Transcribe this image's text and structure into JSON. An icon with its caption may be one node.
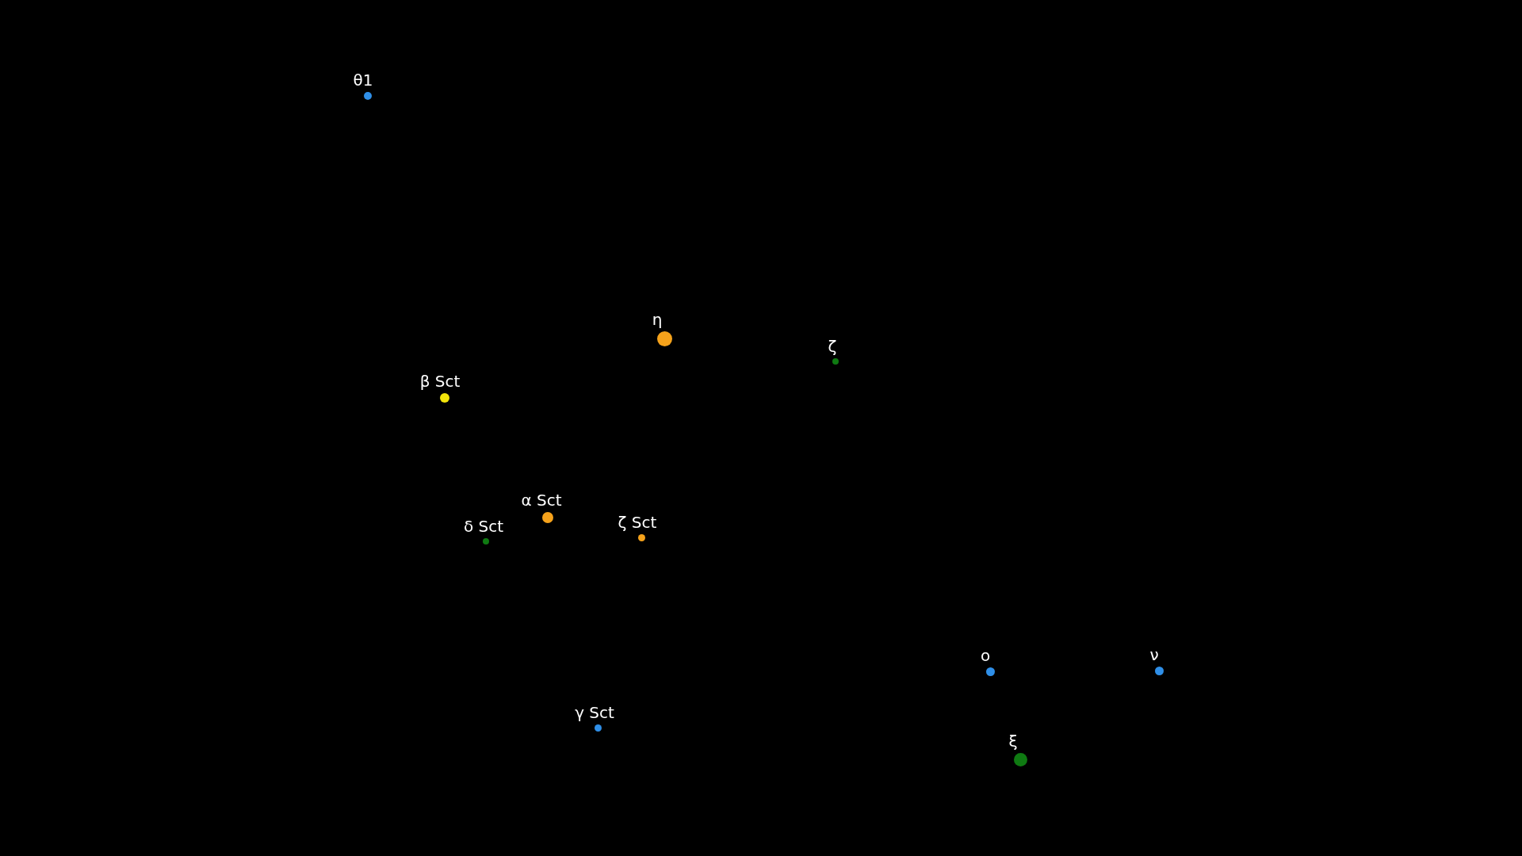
{
  "diagram": {
    "nodes": [
      {
        "text": [
          "θ1"
        ]
      },
      {
        "text": [
          "η"
        ]
      },
      {
        "text": [
          "ζ"
        ]
      },
      {
        "text": [
          "β Sct"
        ]
      },
      {
        "text": [
          "α Sct"
        ]
      },
      {
        "text": [
          "δ Sct"
        ]
      },
      {
        "text": [
          "ζ Sct"
        ]
      },
      {
        "text": [
          "o"
        ]
      },
      {
        "text": [
          "ν"
        ]
      },
      {
        "text": [
          "γ Sct"
        ]
      },
      {
        "text": [
          "ξ"
        ]
      }
    ]
  }
}
